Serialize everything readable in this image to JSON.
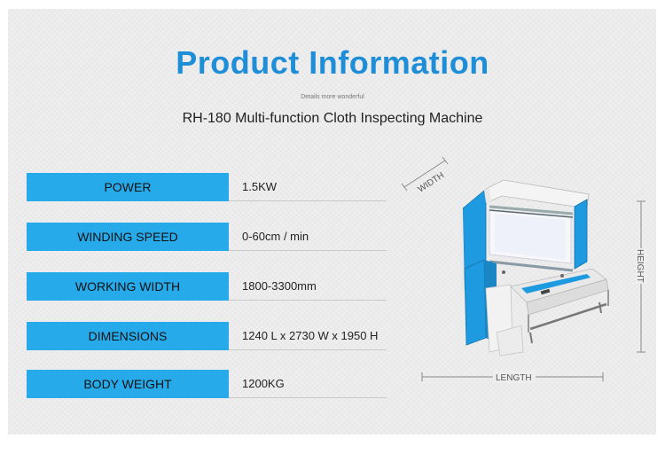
{
  "header": {
    "title": "Product Information",
    "subtitle": "Details more wonderful",
    "machine_name": "RH-180  Multi-function Cloth Inspecting Machine"
  },
  "specs": [
    {
      "label": "POWER",
      "value": "1.5KW"
    },
    {
      "label": "WINDING SPEED",
      "value": "0-60cm / min"
    },
    {
      "label": "WORKING WIDTH",
      "value": "1800-3300mm"
    },
    {
      "label": "DIMENSIONS",
      "value": "1240 L x 2730 W x 1950 H"
    },
    {
      "label": "BODY WEIGHT",
      "value": "1200KG"
    }
  ],
  "diagram": {
    "width_label": "WIDTH",
    "height_label": "HEIGHT",
    "length_label": "LENGTH"
  },
  "colors": {
    "accent": "#1f8ed8",
    "label_bg": "#27aaea"
  }
}
